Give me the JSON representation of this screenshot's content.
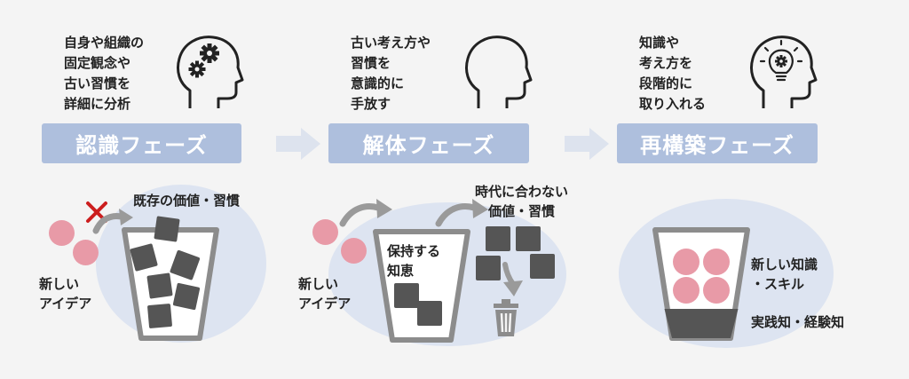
{
  "phases": [
    {
      "name": "認識フェーズ",
      "description": "自身や組織の\n固定観念や\n古い習慣を\n詳細に分析",
      "icon": "head-gears-icon"
    },
    {
      "name": "解体フェーズ",
      "description": "古い考え方や\n習慣を\n意識的に\n手放す",
      "icon": "head-empty-icon"
    },
    {
      "name": "再構築フェーズ",
      "description": "知識や\n考え方を\n段階的に\n取り入れる",
      "icon": "head-lightbulb-icon"
    }
  ],
  "scenes": {
    "recognition": {
      "new_ideas_label": "新しい\nアイデア",
      "old_values_label": "既存の価値・習慣"
    },
    "dismantle": {
      "new_ideas_label": "新しい\nアイデア",
      "keep_label": "保持する\n知恵",
      "outdated_label": "時代に合わない\n価値・習慣"
    },
    "rebuild": {
      "new_knowledge_label": "新しい知識\n・スキル",
      "experience_label": "実践知・経験知"
    }
  },
  "colors": {
    "phase_bar": "#aebfdd",
    "arrow": "#dde3ee",
    "ellipse": "#dde4f1",
    "pink": "#e89aa7",
    "cube": "#555555",
    "cup": "#8c8c8c",
    "cross": "#cc1e1e"
  }
}
